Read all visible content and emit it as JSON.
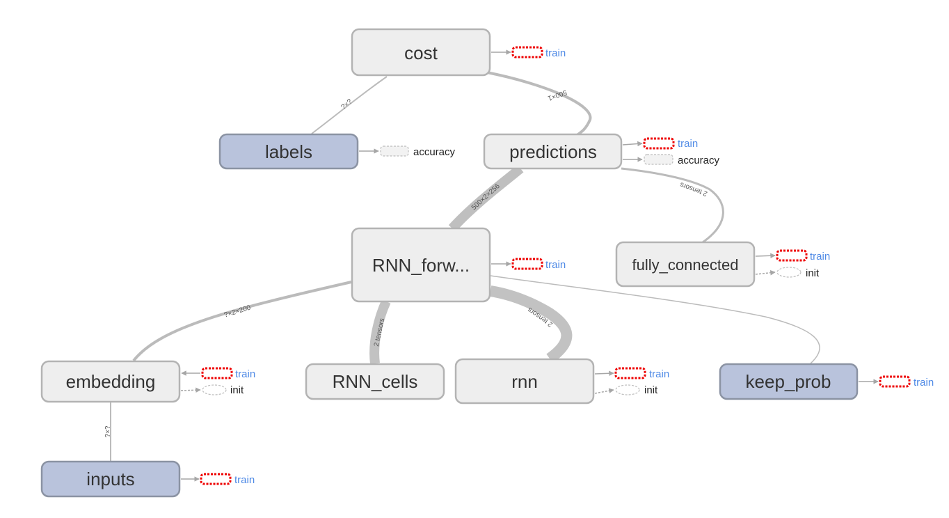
{
  "colors": {
    "meta_fill": "#eeeeee",
    "meta_stroke": "#b3b3b3",
    "placeholder_fill": "#b9c3dc",
    "placeholder_stroke": "#8b93a3",
    "edge": "#bbbbbb",
    "train_red": "#ee0000",
    "train_text": "#4f8ae6",
    "aux_text": "#222222",
    "aux_stroke": "#bdbdbd"
  },
  "nodes": {
    "cost": {
      "label": "cost",
      "kind": "meta"
    },
    "labels": {
      "label": "labels",
      "kind": "placeholder"
    },
    "predictions": {
      "label": "predictions",
      "kind": "meta"
    },
    "rnn_forward": {
      "label": "RNN_forw...",
      "kind": "meta"
    },
    "fully_connected": {
      "label": "fully_connected",
      "kind": "meta"
    },
    "embedding": {
      "label": "embedding",
      "kind": "meta"
    },
    "rnn_cells": {
      "label": "RNN_cells",
      "kind": "meta"
    },
    "rnn": {
      "label": "rnn",
      "kind": "meta"
    },
    "keep_prob": {
      "label": "keep_prob",
      "kind": "placeholder"
    },
    "inputs": {
      "label": "inputs",
      "kind": "placeholder"
    }
  },
  "edge_labels": {
    "labels_cost": "?×?",
    "predictions_cost": "500×1",
    "rnn_predictions": "500×2×256",
    "fc_predictions": "2 tensors",
    "embedding_rnn": "?×2×200",
    "cells_rnn": "2 tensors",
    "rnn_rnnforward": "2 tensors",
    "inputs_embedding": "?×?"
  },
  "aux": {
    "train": "train",
    "accuracy": "accuracy",
    "init": "init"
  }
}
